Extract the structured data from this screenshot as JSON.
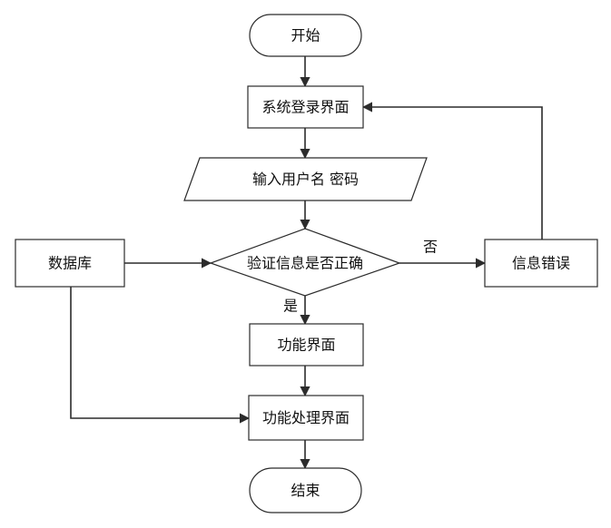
{
  "nodes": {
    "start": "开始",
    "login_page": "系统登录界面",
    "input_credentials": "输入用户名 密码",
    "verify": "验证信息是否正确",
    "database": "数据库",
    "info_error": "信息错误",
    "function_page": "功能界面",
    "function_process_page": "功能处理界面",
    "end": "结束"
  },
  "edge_labels": {
    "no": "否",
    "yes": "是"
  },
  "colors": {
    "stroke": "#2b2b2b",
    "fill": "#ffffff",
    "text": "#111111"
  }
}
